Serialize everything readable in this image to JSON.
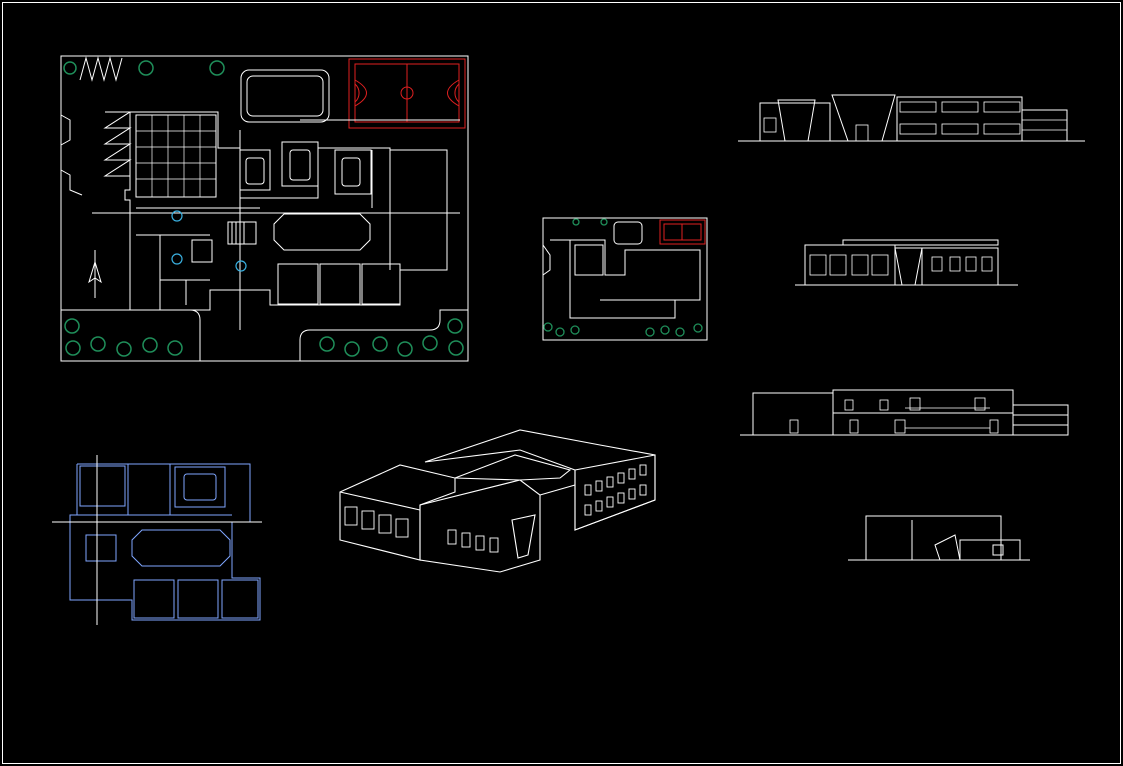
{
  "colors": {
    "background": "#000000",
    "frame": "#ffffff",
    "line": "#ffffff",
    "court": "#e02020",
    "tree": "#1f8f5a",
    "column": "#3ab0e0",
    "plan_blue": "#7fa6ff"
  },
  "drawings": [
    {
      "id": "site-plan",
      "kind": "plan"
    },
    {
      "id": "site-plan-small",
      "kind": "plan"
    },
    {
      "id": "upper-floor-plan",
      "kind": "plan"
    },
    {
      "id": "isometric-view",
      "kind": "3d"
    },
    {
      "id": "elevation-front",
      "kind": "elevation"
    },
    {
      "id": "elevation-side",
      "kind": "elevation"
    },
    {
      "id": "section-long",
      "kind": "section"
    },
    {
      "id": "elevation-end",
      "kind": "elevation"
    }
  ]
}
